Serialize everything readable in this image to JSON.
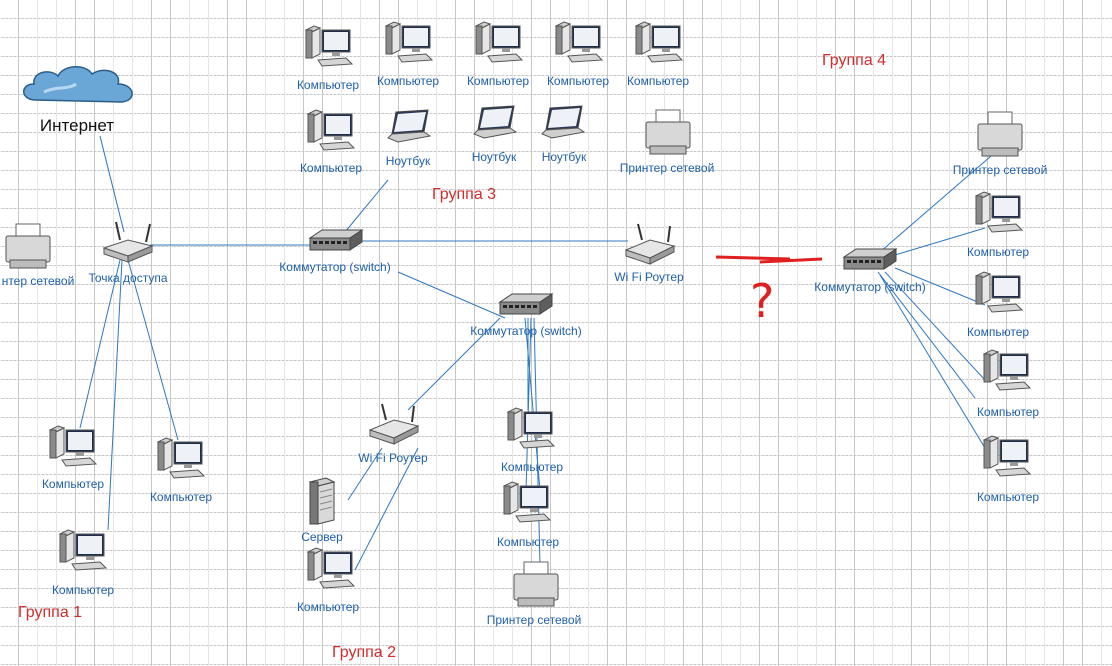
{
  "labels": {
    "internet": "Интернет",
    "computer": "Компьютер",
    "laptop": "Ноутбук",
    "network_printer": "Принтер сетевой",
    "network_printer_cut": "нтер сетевой",
    "access_point": "Точка доступа",
    "switch": "Коммутатор (switch)",
    "wifi_router": "Wi Fi Роутер",
    "server": "Сервер"
  },
  "groups": {
    "g1": "Группа 1",
    "g2": "Группа 2",
    "g3": "Группа 3",
    "g4": "Группа 4"
  },
  "question": "?",
  "colors": {
    "link": "#2e78c0",
    "label": "#1f5fa8",
    "group": "#d42b2b",
    "mark": "#e02020"
  }
}
